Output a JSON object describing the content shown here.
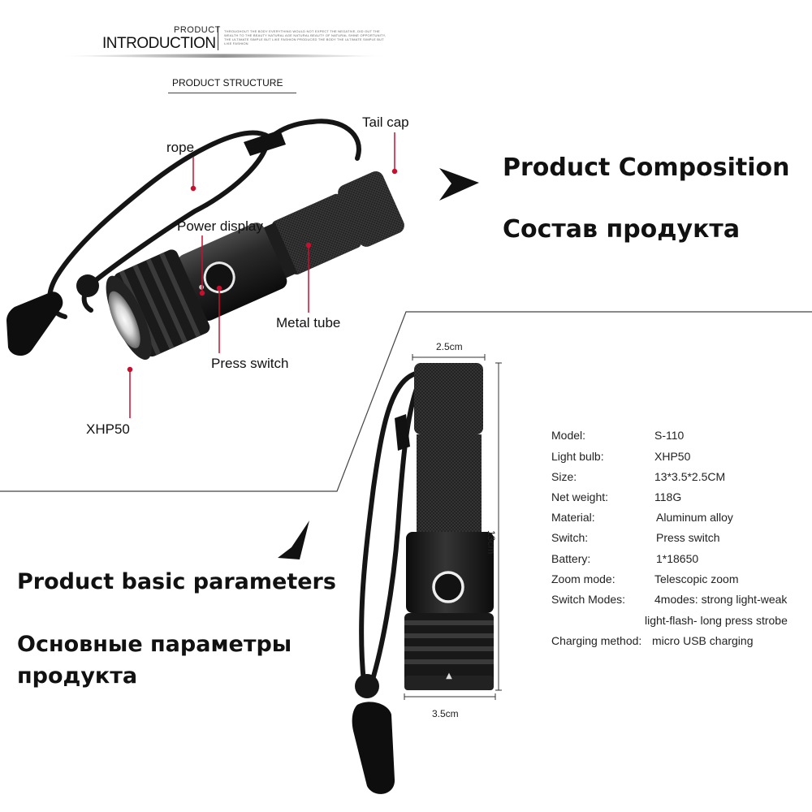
{
  "header": {
    "product": "PRODUCT",
    "introduction": "INTRODUCTION",
    "fine_print": "THROUGHOUT THE BODY EVERYTHING WOULD NOT EXPECT THE NEGATIVE, DID OUT THE WEALTH TO THE BEAUTY NATURAL AGE NATURAL BEAUTY OF NATURAL SHINE OPPORTUNITY, THE ULTIMATE SIMPLE BUT LIKE FASHION PRODUCED THE BODY THE ULTIMATE SIMPLE BUT LIKE FASHION",
    "structure": "PRODUCT STRUCTURE"
  },
  "callouts": {
    "rope": "rope",
    "tail_cap": "Tail cap",
    "power_display": "Power display",
    "metal_tube": "Metal tube",
    "press_switch": "Press switch",
    "xhp50": "XHP50"
  },
  "composition": {
    "title_en": "Product Composition",
    "title_ru": "Состав продукта"
  },
  "parameters": {
    "title_en": "Product basic parameters",
    "title_ru_line1": "Основные параметры",
    "title_ru_line2": "продукта"
  },
  "dimensions": {
    "top_width": "2.5cm",
    "bottom_width": "3.5cm",
    "length": "13cm"
  },
  "specs": [
    {
      "label": "Model:",
      "value": "S-110"
    },
    {
      "label": "Light bulb:",
      "value": "XHP50"
    },
    {
      "label": "Size:",
      "value": "13*3.5*2.5CM"
    },
    {
      "label": "Net weight:",
      "value": "118G"
    },
    {
      "label": "Material:",
      "value": "Aluminum alloy"
    },
    {
      "label": "Switch:",
      "value": "Press switch"
    },
    {
      "label": "Battery:",
      "value": "1*18650"
    },
    {
      "label": "Zoom mode:",
      "value": "Telescopic zoom"
    },
    {
      "label": "Switch Modes:",
      "value": "4modes: strong light-weak"
    },
    {
      "label": "",
      "value": "light-flash- long press strobe"
    },
    {
      "label": "Charging method:",
      "value": "micro  USB charging"
    }
  ],
  "colors": {
    "accent_red": "#c8102e",
    "body_black": "#1a1a1a"
  }
}
